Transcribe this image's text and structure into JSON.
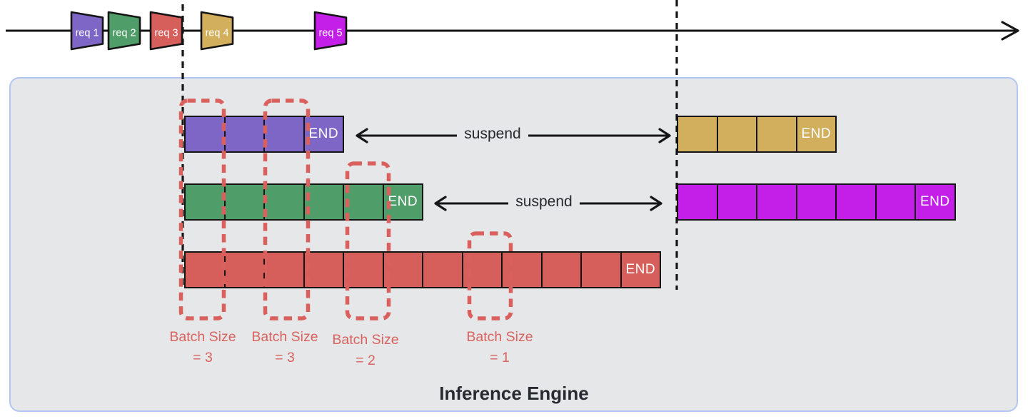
{
  "colors": {
    "line": "#161616",
    "purple": "#7E66C6",
    "green": "#4F9D68",
    "red": "#D65F5B",
    "gold": "#D2AF5D",
    "magenta": "#C31FE8",
    "batch_dash": "#D9605C",
    "batch_text": "#D9635E",
    "panel_bg": "#E6E7E9",
    "panel_border": "#B3C6F2",
    "text_dark": "#272A31"
  },
  "timeline": {
    "requests": [
      {
        "label": "req 1",
        "color": "#7E66C6"
      },
      {
        "label": "req 2",
        "color": "#4F9D68"
      },
      {
        "label": "req 3",
        "color": "#D65F5B"
      },
      {
        "label": "req 4",
        "color": "#D2AF5D"
      },
      {
        "label": "req 5",
        "color": "#C31FE8"
      }
    ]
  },
  "engine": {
    "title": "Inference Engine",
    "end_label": "END",
    "suspend_label": "suspend",
    "rows": [
      {
        "request": "req 1",
        "color": "#7E66C6",
        "cells": 4
      },
      {
        "request": "req 4",
        "color": "#D2AF5D",
        "cells": 4
      },
      {
        "request": "req 2",
        "color": "#4F9D68",
        "cells": 6
      },
      {
        "request": "req 5",
        "color": "#C31FE8",
        "cells": 7
      },
      {
        "request": "req 3",
        "color": "#D65F5B",
        "cells": 12
      }
    ],
    "batch_annotations": [
      {
        "line1": "Batch Size",
        "line2": "= 3"
      },
      {
        "line1": "Batch Size",
        "line2": "= 3"
      },
      {
        "line1": "Batch Size",
        "line2": "= 2"
      },
      {
        "line1": "Batch Size",
        "line2": "= 1"
      }
    ]
  }
}
